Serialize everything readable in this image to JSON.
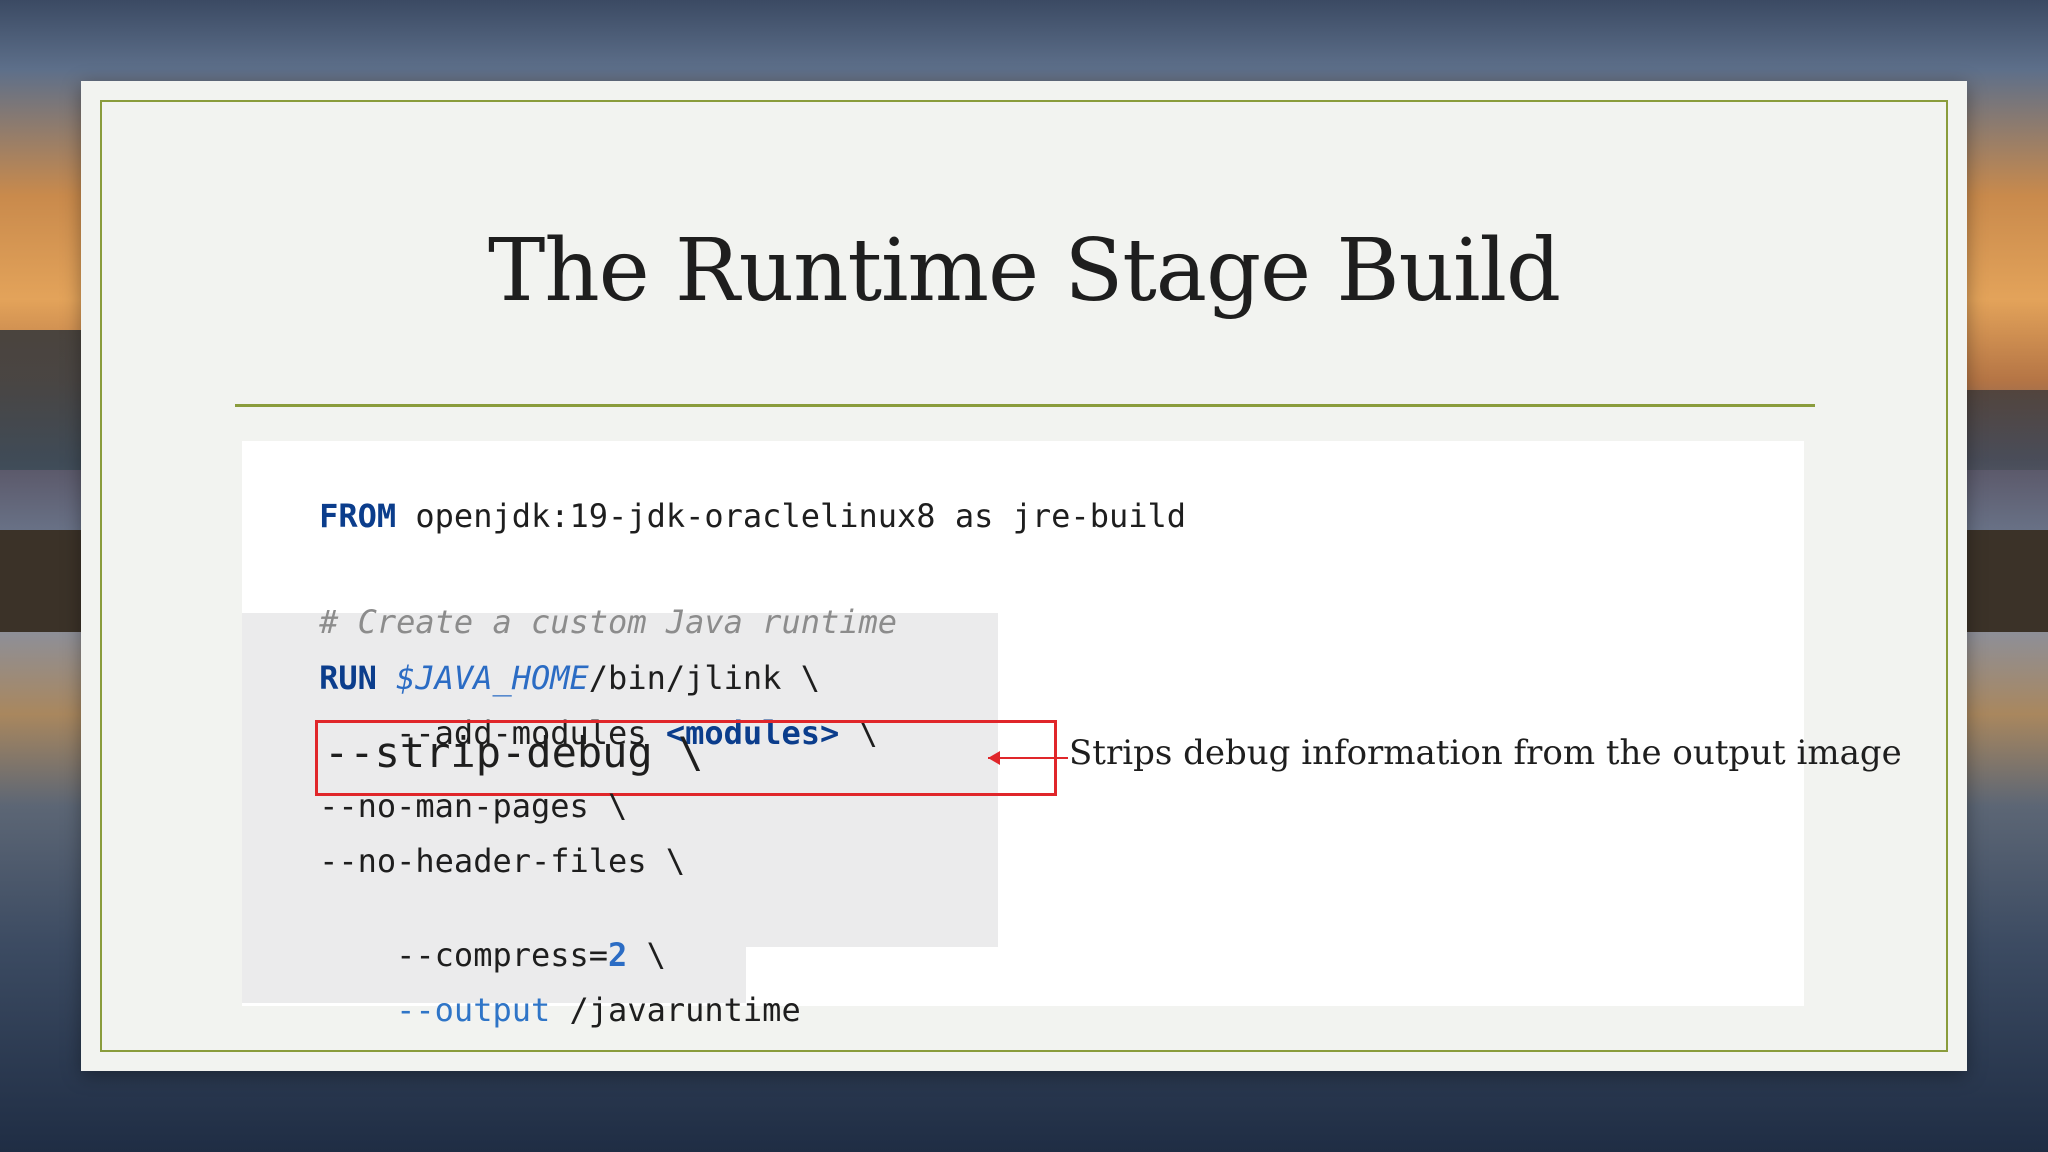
{
  "slide": {
    "title": "The Runtime Stage Build",
    "callout": "Strips debug information from the output image"
  },
  "code": {
    "line1_kw": "FROM",
    "line1_rest": " openjdk:19-jdk-oraclelinux8 as jre-build",
    "comment": "# Create a custom Java runtime",
    "run_kw": "RUN",
    "run_var": "$JAVA_HOME",
    "run_rest": "/bin/jlink \\",
    "add_modules_flag": "    --add-modules ",
    "add_modules_val": "<modules>",
    "add_modules_end": " \\",
    "strip_debug": "--strip-debug \\",
    "no_man_pages": "    --no-man-pages \\",
    "no_header_files": "    --no-header-files \\",
    "compress_flag": "    --compress=",
    "compress_val": "2",
    "compress_end": " \\",
    "output_indent": "    ",
    "output_flag": "--output",
    "output_val": " /javaruntime"
  },
  "colors": {
    "frame": "#8a9c3c",
    "highlight": "#e0262a",
    "keyword": "#0b3d8c",
    "variable": "#2b6cc4"
  }
}
